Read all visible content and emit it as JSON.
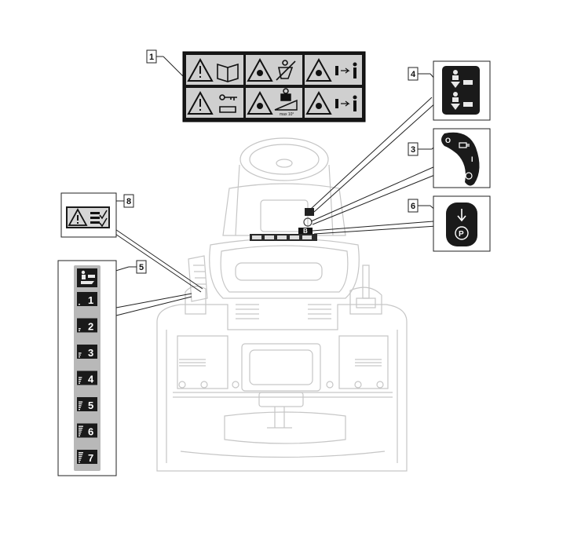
{
  "callouts": {
    "c1": "1",
    "c3": "3",
    "c4": "4",
    "c5": "5",
    "c6": "6",
    "c8": "8"
  },
  "label1": {
    "slope_text": "max 10°"
  },
  "label3": {
    "top_symbol": "O",
    "mid_symbol": "I"
  },
  "label6": {
    "parking_symbol": "P"
  },
  "label5": {
    "gears": [
      "1",
      "2",
      "3",
      "4",
      "5",
      "6",
      "7"
    ]
  },
  "tractor": {
    "plate_letter": "B"
  },
  "colors": {
    "label_bg": "#1a1a1a",
    "gear_strip": "#b8b8b8",
    "outline": "#c8c8c8"
  }
}
